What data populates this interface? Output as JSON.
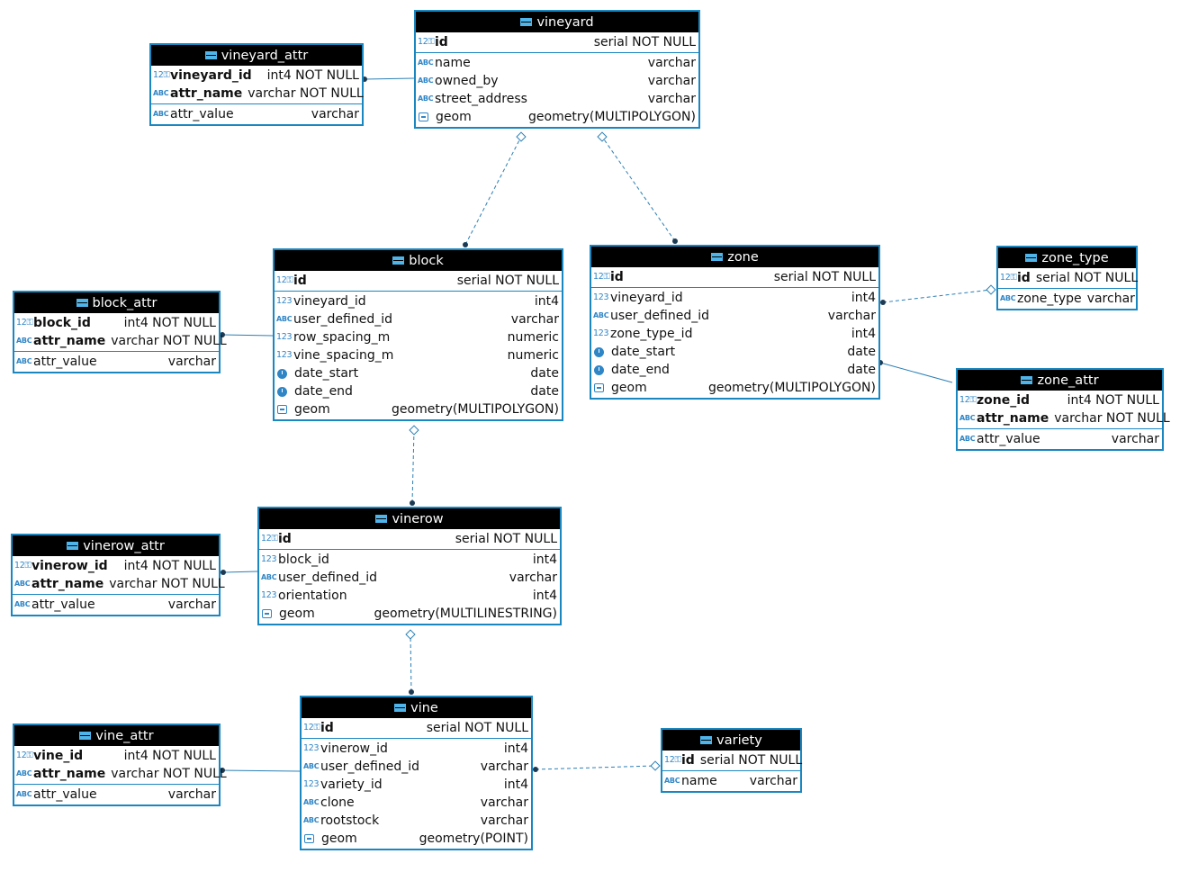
{
  "tables": [
    {
      "id": "vineyard",
      "name": "vineyard",
      "pk": [
        {
          "name": "id",
          "type": "serial NOT NULL",
          "icon": "numeric-key-icon",
          "bold": true
        }
      ],
      "cols": [
        {
          "name": "name",
          "type": "varchar",
          "icon": "text-icon"
        },
        {
          "name": "owned_by",
          "type": "varchar",
          "icon": "text-icon"
        },
        {
          "name": "street_address",
          "type": "varchar",
          "icon": "text-icon"
        },
        {
          "name": "geom",
          "type": "geometry(MULTIPOLYGON)",
          "icon": "geometry-icon"
        }
      ]
    },
    {
      "id": "vineyard_attr",
      "name": "vineyard_attr",
      "pk": [
        {
          "name": "vineyard_id",
          "type": "int4 NOT NULL",
          "icon": "numeric-key-icon",
          "bold": true
        },
        {
          "name": "attr_name",
          "type": "varchar NOT NULL",
          "icon": "text-key-icon",
          "bold": true
        }
      ],
      "cols": [
        {
          "name": "attr_value",
          "type": "varchar",
          "icon": "text-icon"
        }
      ]
    },
    {
      "id": "block",
      "name": "block",
      "pk": [
        {
          "name": "id",
          "type": "serial NOT NULL",
          "icon": "numeric-key-icon",
          "bold": true
        }
      ],
      "cols": [
        {
          "name": "vineyard_id",
          "type": "int4",
          "icon": "numeric-icon"
        },
        {
          "name": "user_defined_id",
          "type": "varchar",
          "icon": "text-icon"
        },
        {
          "name": "row_spacing_m",
          "type": "numeric",
          "icon": "numeric-icon"
        },
        {
          "name": "vine_spacing_m",
          "type": "numeric",
          "icon": "numeric-icon"
        },
        {
          "name": "date_start",
          "type": "date",
          "icon": "clock-icon"
        },
        {
          "name": "date_end",
          "type": "date",
          "icon": "clock-icon"
        },
        {
          "name": "geom",
          "type": "geometry(MULTIPOLYGON)",
          "icon": "geometry-icon"
        }
      ]
    },
    {
      "id": "zone",
      "name": "zone",
      "pk": [
        {
          "name": "id",
          "type": "serial NOT NULL",
          "icon": "numeric-key-icon",
          "bold": true
        }
      ],
      "cols": [
        {
          "name": "vineyard_id",
          "type": "int4",
          "icon": "numeric-icon"
        },
        {
          "name": "user_defined_id",
          "type": "varchar",
          "icon": "text-icon"
        },
        {
          "name": "zone_type_id",
          "type": "int4",
          "icon": "numeric-icon"
        },
        {
          "name": "date_start",
          "type": "date",
          "icon": "clock-icon"
        },
        {
          "name": "date_end",
          "type": "date",
          "icon": "clock-icon"
        },
        {
          "name": "geom",
          "type": "geometry(MULTIPOLYGON)",
          "icon": "geometry-icon"
        }
      ]
    },
    {
      "id": "zone_type",
      "name": "zone_type",
      "pk": [
        {
          "name": "id",
          "type": "serial NOT NULL",
          "icon": "numeric-key-icon",
          "bold": true
        }
      ],
      "cols": [
        {
          "name": "zone_type",
          "type": "varchar",
          "icon": "text-icon"
        }
      ]
    },
    {
      "id": "zone_attr",
      "name": "zone_attr",
      "pk": [
        {
          "name": "zone_id",
          "type": "int4 NOT NULL",
          "icon": "numeric-key-icon",
          "bold": true
        },
        {
          "name": "attr_name",
          "type": "varchar NOT NULL",
          "icon": "text-key-icon",
          "bold": true
        }
      ],
      "cols": [
        {
          "name": "attr_value",
          "type": "varchar",
          "icon": "text-icon"
        }
      ]
    },
    {
      "id": "block_attr",
      "name": "block_attr",
      "pk": [
        {
          "name": "block_id",
          "type": "int4 NOT NULL",
          "icon": "numeric-key-icon",
          "bold": true
        },
        {
          "name": "attr_name",
          "type": "varchar NOT NULL",
          "icon": "text-key-icon",
          "bold": true
        }
      ],
      "cols": [
        {
          "name": "attr_value",
          "type": "varchar",
          "icon": "text-icon"
        }
      ]
    },
    {
      "id": "vinerow",
      "name": "vinerow",
      "pk": [
        {
          "name": "id",
          "type": "serial NOT NULL",
          "icon": "numeric-key-icon",
          "bold": true
        }
      ],
      "cols": [
        {
          "name": "block_id",
          "type": "int4",
          "icon": "numeric-icon"
        },
        {
          "name": "user_defined_id",
          "type": "varchar",
          "icon": "text-icon"
        },
        {
          "name": "orientation",
          "type": "int4",
          "icon": "numeric-icon"
        },
        {
          "name": "geom",
          "type": "geometry(MULTILINESTRING)",
          "icon": "geometry-icon"
        }
      ]
    },
    {
      "id": "vinerow_attr",
      "name": "vinerow_attr",
      "pk": [
        {
          "name": "vinerow_id",
          "type": "int4 NOT NULL",
          "icon": "numeric-key-icon",
          "bold": true
        },
        {
          "name": "attr_name",
          "type": "varchar NOT NULL",
          "icon": "text-key-icon",
          "bold": true
        }
      ],
      "cols": [
        {
          "name": "attr_value",
          "type": "varchar",
          "icon": "text-icon"
        }
      ]
    },
    {
      "id": "vine",
      "name": "vine",
      "pk": [
        {
          "name": "id",
          "type": "serial NOT NULL",
          "icon": "numeric-key-icon",
          "bold": true
        }
      ],
      "cols": [
        {
          "name": "vinerow_id",
          "type": "int4",
          "icon": "numeric-icon"
        },
        {
          "name": "user_defined_id",
          "type": "varchar",
          "icon": "text-icon"
        },
        {
          "name": "variety_id",
          "type": "int4",
          "icon": "numeric-icon"
        },
        {
          "name": "clone",
          "type": "varchar",
          "icon": "text-icon"
        },
        {
          "name": "rootstock",
          "type": "varchar",
          "icon": "text-icon"
        },
        {
          "name": "geom",
          "type": "geometry(POINT)",
          "icon": "geometry-icon"
        }
      ]
    },
    {
      "id": "vine_attr",
      "name": "vine_attr",
      "pk": [
        {
          "name": "vine_id",
          "type": "int4 NOT NULL",
          "icon": "numeric-key-icon",
          "bold": true
        },
        {
          "name": "attr_name",
          "type": "varchar NOT NULL",
          "icon": "text-key-icon",
          "bold": true
        }
      ],
      "cols": [
        {
          "name": "attr_value",
          "type": "varchar",
          "icon": "text-icon"
        }
      ]
    },
    {
      "id": "variety",
      "name": "variety",
      "pk": [
        {
          "name": "id",
          "type": "serial NOT NULL",
          "icon": "numeric-key-icon",
          "bold": true
        }
      ],
      "cols": [
        {
          "name": "name",
          "type": "varchar",
          "icon": "text-icon"
        }
      ]
    }
  ],
  "relationships": [
    {
      "from": "vineyard_attr",
      "to": "vineyard",
      "style": "identifying"
    },
    {
      "from": "block",
      "to": "vineyard",
      "style": "non-identifying"
    },
    {
      "from": "zone",
      "to": "vineyard",
      "style": "non-identifying"
    },
    {
      "from": "zone",
      "to": "zone_type",
      "style": "non-identifying"
    },
    {
      "from": "zone_attr",
      "to": "zone",
      "style": "identifying"
    },
    {
      "from": "block_attr",
      "to": "block",
      "style": "identifying"
    },
    {
      "from": "vinerow",
      "to": "block",
      "style": "non-identifying"
    },
    {
      "from": "vinerow_attr",
      "to": "vinerow",
      "style": "identifying"
    },
    {
      "from": "vine",
      "to": "vinerow",
      "style": "non-identifying"
    },
    {
      "from": "vine_attr",
      "to": "vine",
      "style": "identifying"
    },
    {
      "from": "vine",
      "to": "variety",
      "style": "non-identifying"
    }
  ],
  "colors": {
    "border": "#1a87c1",
    "header_bg": "#000000",
    "header_text": "#ffffff",
    "edge": "#2b7fb5",
    "icon": "#2f86c6"
  }
}
